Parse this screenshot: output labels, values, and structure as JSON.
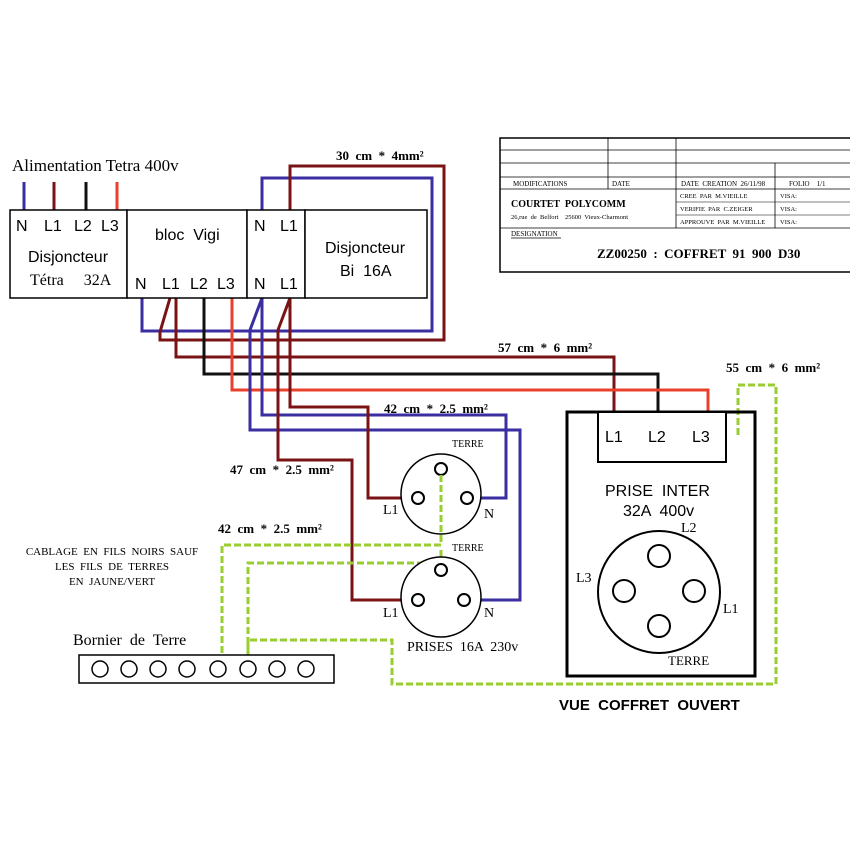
{
  "supply_label": "Alimentation  Tetra  400v",
  "tetra_breaker": {
    "terminals_top": [
      "N",
      "L1",
      "L2",
      "L3"
    ],
    "name": "Disjoncteur",
    "rating": "Tétra     32A"
  },
  "vigi": {
    "name": "bloc  Vigi",
    "terminals_bottom": [
      "N",
      "L1",
      "L2",
      "L3"
    ]
  },
  "bi_breaker": {
    "terminals_top": [
      "N",
      "L1"
    ],
    "terminals_bottom": [
      "N",
      "L1"
    ],
    "name": "Disjoncteur",
    "rating": "Bi  16A"
  },
  "cable_labels": {
    "c1": "30  cm  *  4mm²",
    "c2": "57  cm  *  6  mm²",
    "c3": "55  cm  *  6  mm²",
    "c4": "42  cm  *  2.5  mm²",
    "c5": "47  cm  *  2.5  mm²",
    "c6": "42  cm  *  2.5  mm²"
  },
  "title_block": {
    "col_modifications": "MODIFICATIONS",
    "col_date": "DATE",
    "date_creation": "DATE  CREATION  26/11/98",
    "folio": "FOLIO    1/1",
    "company": "COURTET  POLYCOMM",
    "address": "26,rue  de  Belfort    25600  Vieux-Charmont",
    "created_by": "CREE  PAR  M.VIEILLE",
    "checked_by": "VERIFIE  PAR  C.ZEIGER",
    "approved_by": "APPROUVE  PAR  M.VIEILLE",
    "visa": "VISA:",
    "designation_label": "DESIGNATION",
    "designation": "ZZ00250  :  COFFRET  91  900  D30"
  },
  "prise_inter": {
    "terminals": [
      "L1",
      "L2",
      "L3"
    ],
    "title": "PRISE  INTER",
    "rating": "32A  400v",
    "pin_labels": {
      "l1": "L1",
      "l2": "L2",
      "l3": "L3",
      "terre": "TERRE"
    }
  },
  "sockets": {
    "terre": "TERRE",
    "l1": "L1",
    "n": "N",
    "caption": "PRISES  16A  230v"
  },
  "note": [
    "CABLAGE  EN  FILS  NOIRS  SAUF",
    "LES  FILS  DE  TERRES",
    "EN  JAUNE/VERT"
  ],
  "earth_bar": {
    "label": "Bornier  de  Terre"
  },
  "view_caption": "VUE  COFFRET  OUVERT",
  "colors": {
    "blue": "#3a2ea0",
    "brown": "#7a1414",
    "black": "#111111",
    "red": "#e8402a",
    "green_yellow": "#9acd32"
  }
}
